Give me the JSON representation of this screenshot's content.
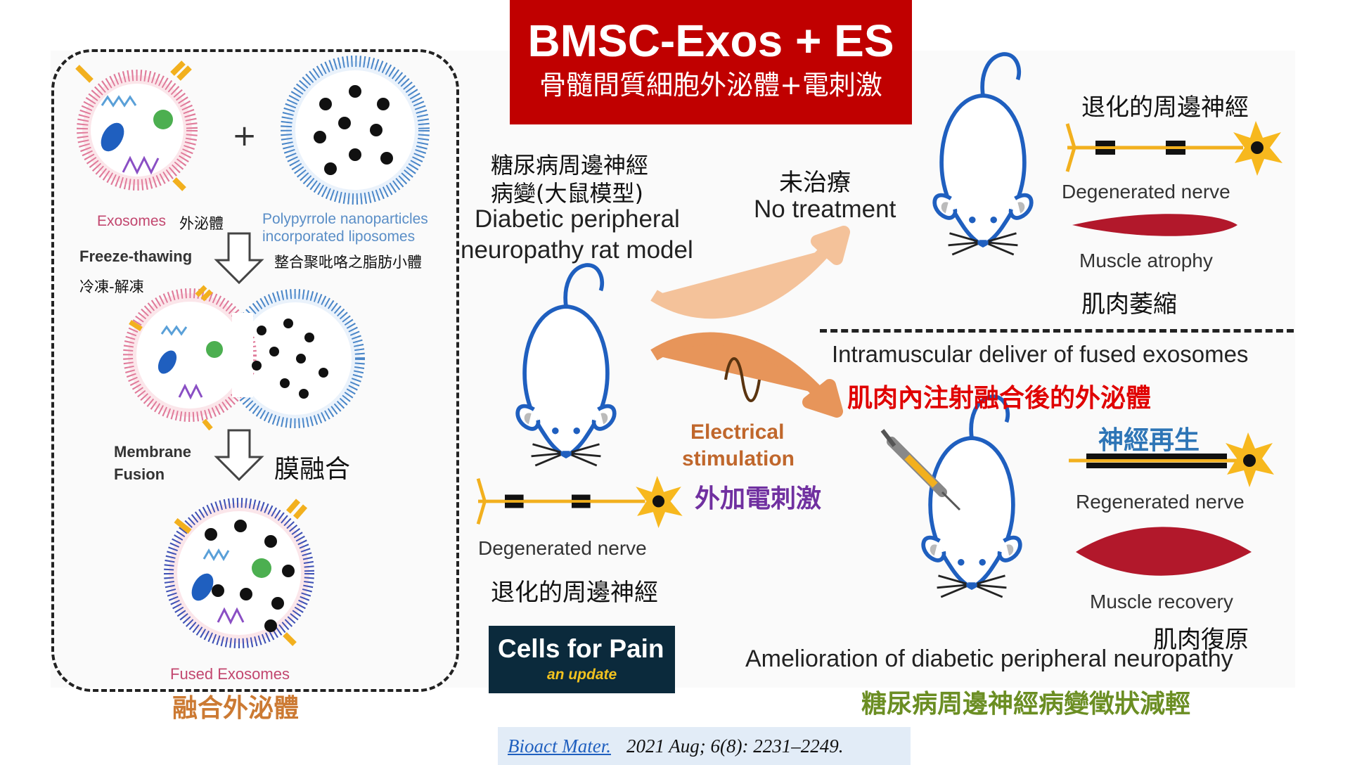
{
  "title": {
    "main": "BMSC-Exos + ES",
    "subtitle": "骨髓間質細胞外泌體+電刺激"
  },
  "left_panel": {
    "exosomes_label": "Exosomes",
    "exosomes_zh": "外泌體",
    "plus": "+",
    "liposome_label_line1": "Polypyrrole nanoparticles",
    "liposome_label_line2": "incorporated liposomes",
    "liposome_zh": "整合聚吡咯之脂肪小體",
    "freeze_thawing": "Freeze-thawing",
    "freeze_thawing_zh": "冷凍-解凍",
    "membrane_fusion_line1": "Membrane",
    "membrane_fusion_line2": "Fusion",
    "membrane_fusion_zh": "膜融合",
    "fused_exosomes": "Fused Exosomes",
    "fused_exosomes_zh": "融合外泌體"
  },
  "center": {
    "model_zh_line1": "糖尿病周邊神經",
    "model_zh_line2": "病變(大鼠模型)",
    "model_en_line1": "Diabetic peripheral",
    "model_en_line2": "neuropathy rat model",
    "degenerated_nerve": "Degenerated  nerve",
    "degenerated_nerve_zh": "退化的周邊神經",
    "no_treatment_zh": "未治療",
    "no_treatment": "No treatment",
    "es_line1": "Electrical",
    "es_line2": "stimulation",
    "es_zh": "外加電刺激",
    "cells_for_pain": "Cells for Pain",
    "an_update": "an update"
  },
  "right_top": {
    "degenerated_zh": "退化的周邊神經",
    "degenerated_nerve": "Degenerated  nerve",
    "muscle_atrophy": "Muscle atrophy",
    "muscle_atrophy_zh": "肌肉萎縮"
  },
  "right_bottom": {
    "delivery": "Intramuscular deliver of fused exosomes",
    "delivery_zh": "肌肉內注射融合後的外泌體",
    "regeneration_zh": "神經再生",
    "regenerated_nerve": "Regenerated  nerve",
    "muscle_recovery": "Muscle recovery",
    "muscle_recovery_zh": "肌肉復原",
    "amelioration": "Amelioration of diabetic peripheral neuropathy",
    "amelioration_zh": "糖尿病周邊神經病變徵狀減輕"
  },
  "citation": {
    "journal": "Bioact Mater.",
    "rest": " 2021 Aug; 6(8): 2231–2249."
  },
  "colors": {
    "title_bg": "#c00000",
    "mouse_outline": "#1f5fbf",
    "muscle": "#b2182b",
    "nerve_axon": "#f2b01e",
    "exosome_membrane": "#e07a9a",
    "liposome_membrane": "#4a86c8"
  }
}
